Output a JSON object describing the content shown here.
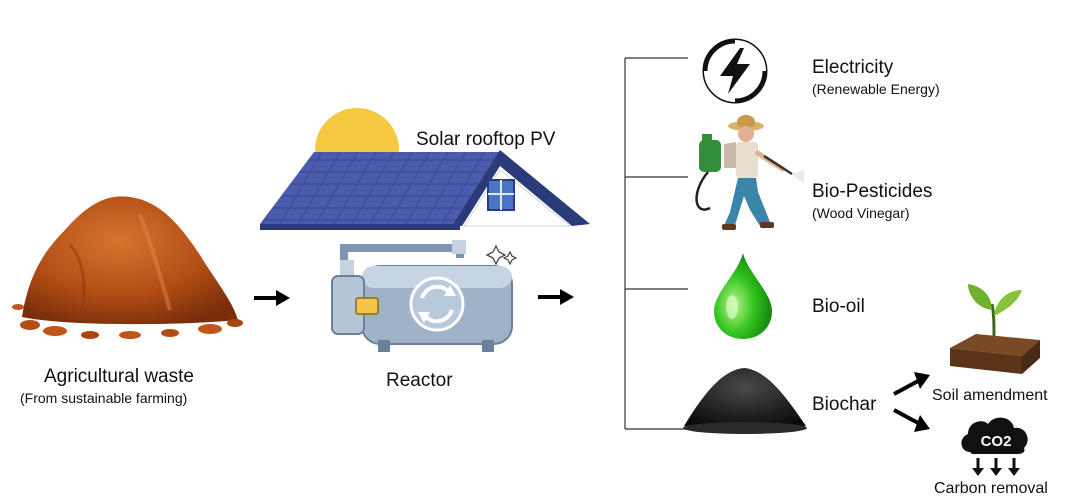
{
  "inputs": {
    "waste_title": "Agricultural waste",
    "waste_subtitle": "(From sustainable farming)"
  },
  "process": {
    "solar_label": "Solar rooftop PV",
    "reactor_label": "Reactor"
  },
  "products": [
    {
      "name": "Electricity",
      "detail": "(Renewable Energy)",
      "icon": "lightning-bolt-icon"
    },
    {
      "name": "Bio-Pesticides",
      "detail": "(Wood Vinegar)",
      "icon": "farmer-sprayer-icon"
    },
    {
      "name": "Bio-oil",
      "detail": "",
      "icon": "green-droplet-icon"
    },
    {
      "name": "Biochar",
      "detail": "",
      "icon": "biochar-pile-icon"
    }
  ],
  "biochar_uses": {
    "soil": "Soil amendment",
    "carbon": "Carbon removal",
    "co2_text": "CO2"
  },
  "colors": {
    "soil_pile": "#c0561a",
    "sun": "#f5c842",
    "panel": "#3f4f9a",
    "reactor": "#9fb2c8",
    "droplet": "#2fc21b"
  }
}
